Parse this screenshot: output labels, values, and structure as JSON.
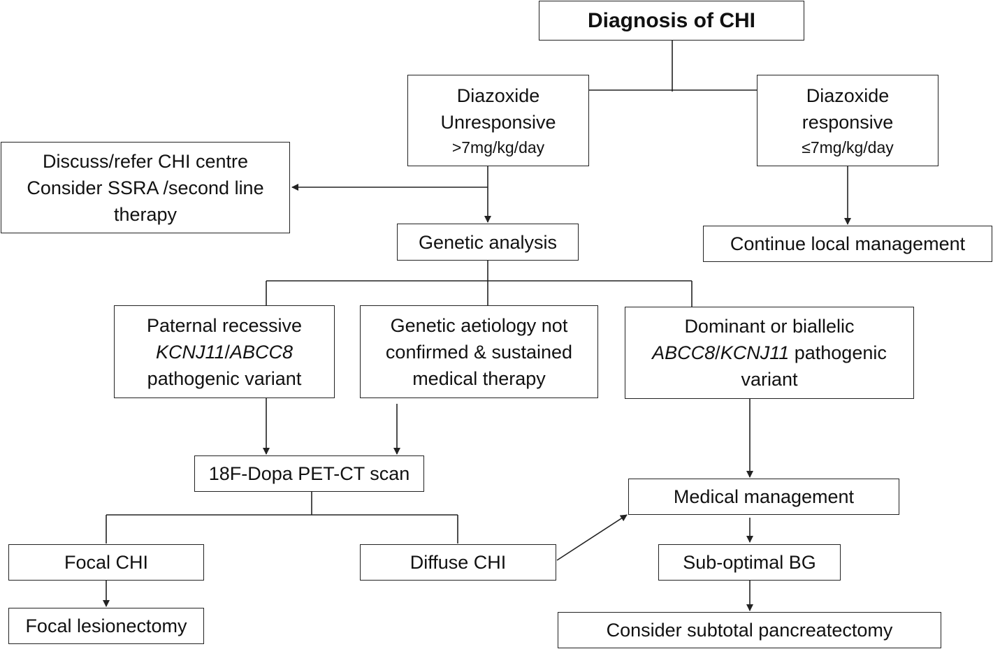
{
  "nodes": {
    "diagnosis": "Diagnosis of CHI",
    "unresponsive": {
      "l1": "Diazoxide",
      "l2": "Unresponsive",
      "l3": ">7mg/kg/day"
    },
    "responsive": {
      "l1": "Diazoxide",
      "l2": "responsive",
      "l3": "≤7mg/kg/day"
    },
    "discuss": {
      "l1": "Discuss/refer CHI centre",
      "l2": "Consider SSRA /second line",
      "l3": "therapy"
    },
    "continue_local": "Continue local management",
    "genetic": "Genetic analysis",
    "paternal": {
      "l1": "Paternal recessive",
      "gene1": "KCNJ11",
      "slash": "/",
      "gene2": "ABCC8",
      "l3": "pathogenic variant"
    },
    "not_confirmed": {
      "l1": "Genetic aetiology not",
      "l2": "confirmed & sustained",
      "l3": "medical therapy"
    },
    "dominant": {
      "l1": "Dominant or biallelic",
      "gene1": "ABCC8",
      "slash": "/",
      "gene2": "KCNJ11",
      "tail": " pathogenic",
      "l3": "variant"
    },
    "pet": "18F-Dopa PET-CT scan",
    "medical_mgmt": "Medical management",
    "focal": "Focal CHI",
    "diffuse": "Diffuse CHI",
    "suboptimal": "Sub-optimal BG",
    "lesionectomy": "Focal lesionectomy",
    "pancreatectomy": "Consider subtotal pancreatectomy"
  }
}
